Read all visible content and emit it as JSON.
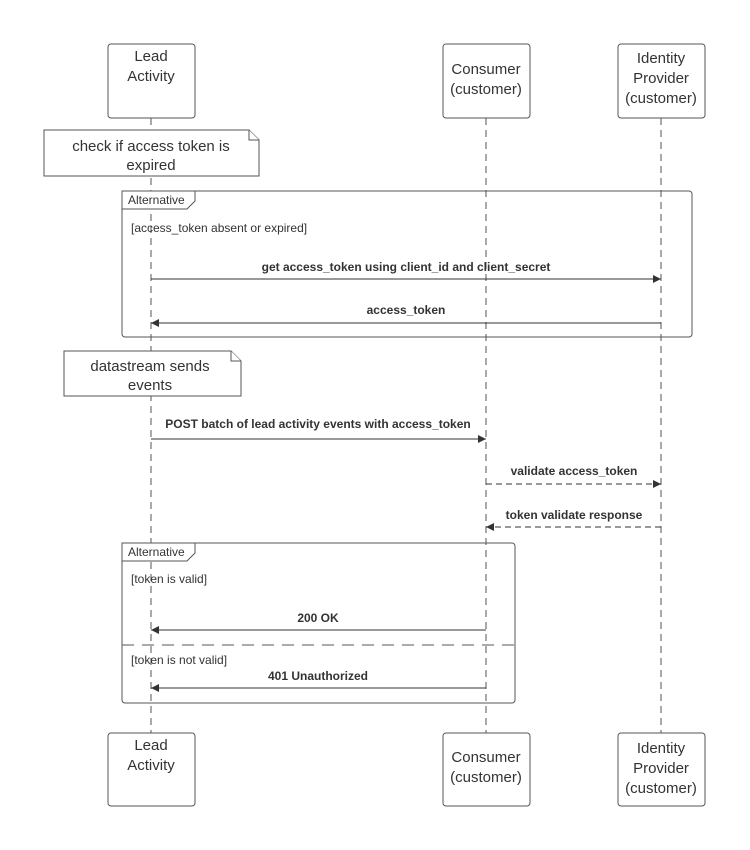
{
  "actors": [
    {
      "id": "lead",
      "lines": [
        "Lead",
        "Activity"
      ]
    },
    {
      "id": "consumer",
      "lines": [
        "Consumer",
        "(customer)"
      ]
    },
    {
      "id": "idp",
      "lines": [
        "Identity",
        "Provider",
        "(customer)"
      ]
    }
  ],
  "notes": [
    {
      "id": "check-expiry",
      "lines": [
        "check if access token is",
        "expired"
      ]
    },
    {
      "id": "datastream",
      "lines": [
        "datastream sends",
        "events"
      ]
    }
  ],
  "fragments": [
    {
      "id": "alt-token",
      "label": "Alternative",
      "guards": [
        "[access_token absent or expired]"
      ]
    },
    {
      "id": "alt-validity",
      "label": "Alternative",
      "guards": [
        "[token is valid]",
        "[token is not valid]"
      ]
    }
  ],
  "messages": [
    {
      "id": "get-token",
      "from": "lead",
      "to": "idp",
      "text": "get access_token using client_id and client_secret",
      "style": "solid"
    },
    {
      "id": "return-token",
      "from": "idp",
      "to": "lead",
      "text": "access_token",
      "style": "solid"
    },
    {
      "id": "post-batch",
      "from": "lead",
      "to": "consumer",
      "text": "POST batch of lead activity events with access_token",
      "style": "solid"
    },
    {
      "id": "validate",
      "from": "consumer",
      "to": "idp",
      "text": "validate access_token",
      "style": "dashed"
    },
    {
      "id": "validate-response",
      "from": "idp",
      "to": "consumer",
      "text": "token validate response",
      "style": "dashed"
    },
    {
      "id": "ok",
      "from": "consumer",
      "to": "lead",
      "text": "200 OK",
      "style": "solid"
    },
    {
      "id": "unauthorized",
      "from": "consumer",
      "to": "lead",
      "text": "401 Unauthorized",
      "style": "solid"
    }
  ]
}
